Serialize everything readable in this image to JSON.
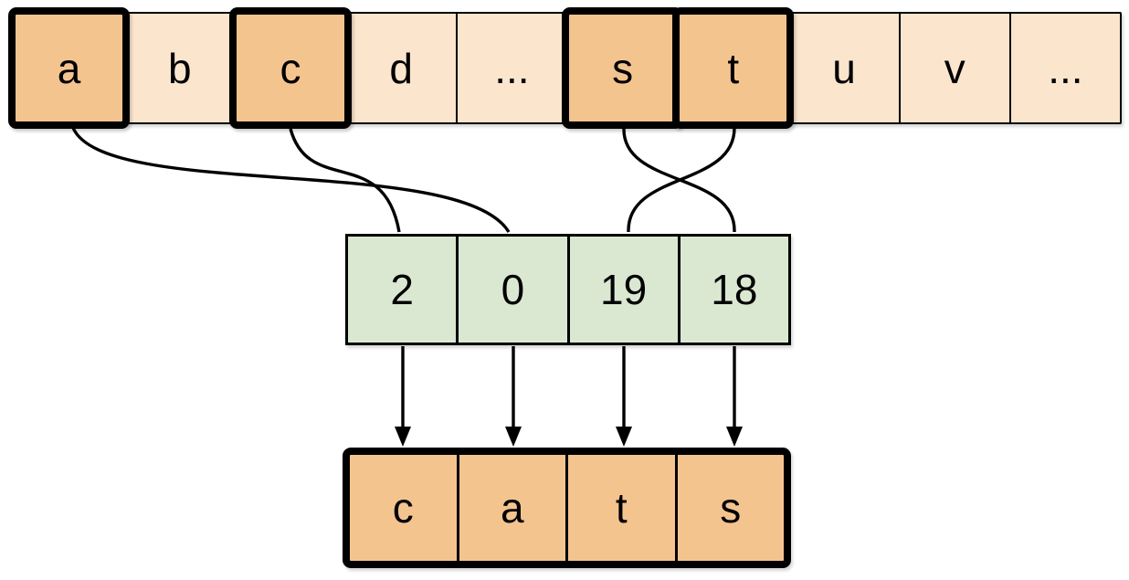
{
  "alphabet_array": {
    "cells": [
      {
        "label": "a",
        "highlighted": true
      },
      {
        "label": "b",
        "highlighted": false
      },
      {
        "label": "c",
        "highlighted": true
      },
      {
        "label": "d",
        "highlighted": false
      },
      {
        "label": "...",
        "highlighted": false
      },
      {
        "label": "s",
        "highlighted": true
      },
      {
        "label": "t",
        "highlighted": true
      },
      {
        "label": "u",
        "highlighted": false
      },
      {
        "label": "v",
        "highlighted": false
      },
      {
        "label": "...",
        "highlighted": false
      }
    ]
  },
  "index_array": {
    "cells": [
      {
        "value": "2"
      },
      {
        "value": "0"
      },
      {
        "value": "19"
      },
      {
        "value": "18"
      }
    ]
  },
  "word_array": {
    "cells": [
      {
        "label": "c"
      },
      {
        "label": "a"
      },
      {
        "label": "t"
      },
      {
        "label": "s"
      }
    ]
  },
  "mappings": {
    "char_to_index": [
      {
        "char": "a",
        "index_value": "0"
      },
      {
        "char": "c",
        "index_value": "2"
      },
      {
        "char": "s",
        "index_value": "18"
      },
      {
        "char": "t",
        "index_value": "19"
      }
    ],
    "index_to_word": [
      {
        "index_value": "2",
        "letter": "c"
      },
      {
        "index_value": "0",
        "letter": "a"
      },
      {
        "index_value": "19",
        "letter": "t"
      },
      {
        "index_value": "18",
        "letter": "s"
      }
    ]
  },
  "colors": {
    "highlight_fill": "#f4c48f",
    "plain_fill": "#fbe5cd",
    "index_fill": "#dae8d2",
    "stroke": "#000000"
  }
}
